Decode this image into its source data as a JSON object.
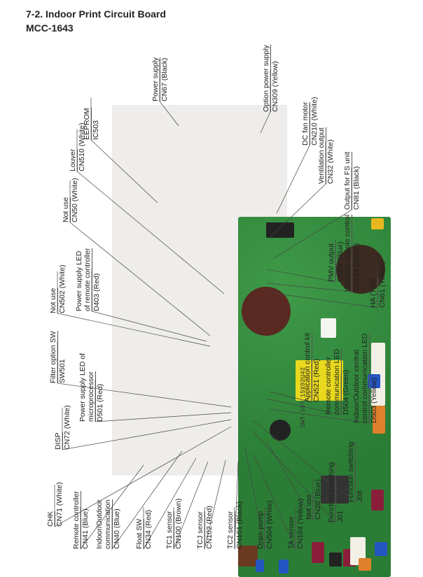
{
  "heading": {
    "title": "7-2. Indoor Print Circuit Board",
    "model": "MCC-1643"
  },
  "labels": [
    {
      "id": "cn67",
      "lines": [
        "Power supply",
        "CN67 (Black)"
      ]
    },
    {
      "id": "cn309",
      "lines": [
        "Option power supply",
        "CN309 (Yellow)"
      ]
    },
    {
      "id": "ic503",
      "lines": [
        "EEPROM",
        "IC503"
      ]
    },
    {
      "id": "cn510",
      "lines": [
        "Louver",
        "CN510 (White)"
      ]
    },
    {
      "id": "cn50",
      "lines": [
        "Not use",
        "CN50 (White)"
      ]
    },
    {
      "id": "cn502",
      "lines": [
        "Not use",
        "CN502 (White)"
      ]
    },
    {
      "id": "d403",
      "lines": [
        "Power supply LED",
        "of remote controller",
        "D403 (Red)"
      ]
    },
    {
      "id": "sw501",
      "lines": [
        "Filter option SW",
        "SW501"
      ]
    },
    {
      "id": "d501",
      "lines": [
        "Power supply LED of",
        "microprocessor",
        "D501 (Red)"
      ]
    },
    {
      "id": "cn72",
      "lines": [
        "DISP",
        "CN72 (White)"
      ]
    },
    {
      "id": "cn71",
      "lines": [
        "CHK",
        "CN71 (White)"
      ]
    },
    {
      "id": "cn41",
      "lines": [
        "Remote controller",
        "CN41 (Blue)"
      ]
    },
    {
      "id": "cn40",
      "lines": [
        "Indoor/Outdoor",
        "communication",
        "CN40 (Blue)"
      ]
    },
    {
      "id": "cn34",
      "lines": [
        "Float SW",
        "CN34 (Red)"
      ]
    },
    {
      "id": "cn100",
      "lines": [
        "TC1 sensor",
        "CN100 (Brown)"
      ]
    },
    {
      "id": "cn102",
      "lines": [
        "TCJ sensor",
        "CN102 (Red)"
      ]
    },
    {
      "id": "cn101",
      "lines": [
        "TC2 sensor",
        "CN101 (Black)"
      ]
    },
    {
      "id": "cn504",
      "lines": [
        "Drain pump",
        "CN504 (White)"
      ]
    },
    {
      "id": "cn104",
      "lines": [
        "TA sensor",
        "CN104 (Yellow)"
      ]
    },
    {
      "id": "cn20",
      "lines": [
        "Not use",
        "CN20 (Blue)"
      ]
    },
    {
      "id": "j01",
      "lines": [
        "Function switching",
        "J01"
      ]
    },
    {
      "id": "j08",
      "lines": [
        "Function switching",
        "J08"
      ]
    },
    {
      "id": "cn210",
      "lines": [
        "DC fan motor",
        "CN210 (White)"
      ]
    },
    {
      "id": "cn32",
      "lines": [
        "Ventilation output",
        "CN32 (White)"
      ]
    },
    {
      "id": "cn81",
      "lines": [
        "Output for FS unit",
        "CN81 (Black)"
      ]
    },
    {
      "id": "cn82",
      "lines": [
        "PMV output",
        "CN82 (Blue)"
      ]
    },
    {
      "id": "cn214",
      "lines": [
        "Wireless remote control",
        "CN214 (White)"
      ]
    },
    {
      "id": "cn61",
      "lines": [
        "HA (T10)",
        "CN61 (Yellow)"
      ]
    },
    {
      "id": "cn521",
      "lines": [
        "Application control kit",
        "CN521 (Red)"
      ]
    },
    {
      "id": "d504",
      "lines": [
        "Remote controller",
        "communication LED",
        "D504 (Green)"
      ]
    },
    {
      "id": "d503",
      "lines": [
        "Indoor/Outdoor central",
        "control communication LED",
        "D503 (Yellow)"
      ]
    }
  ],
  "board_marking": "SWT-107 15X92U42"
}
